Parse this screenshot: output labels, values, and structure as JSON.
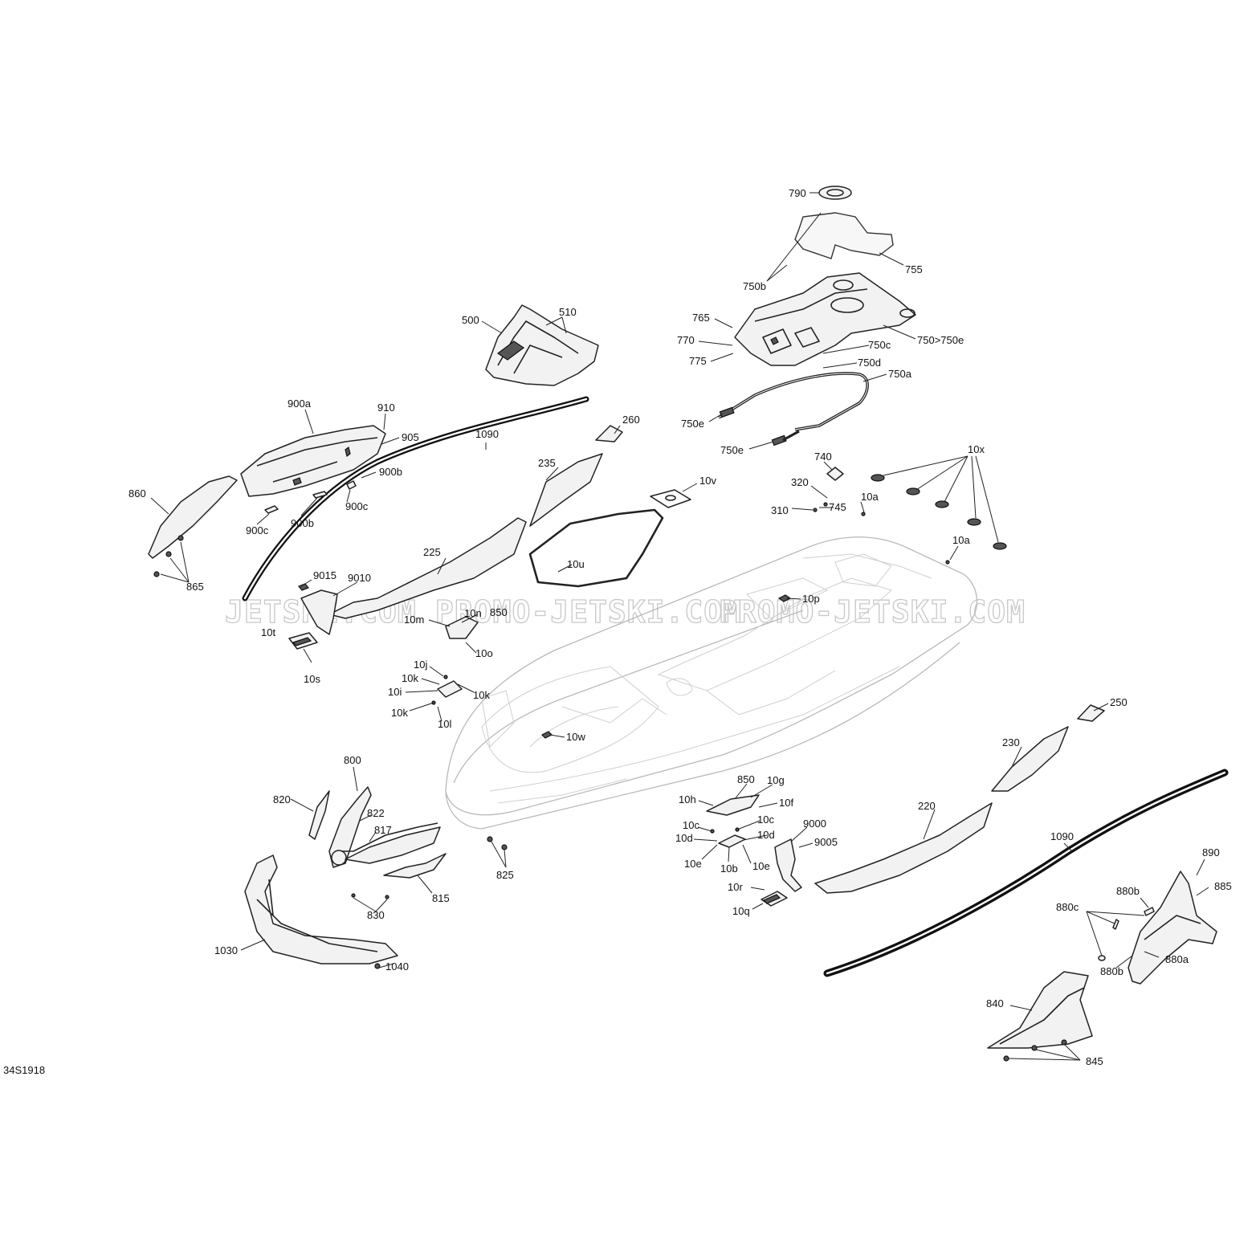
{
  "diagram_id": "34S1918",
  "watermark": [
    "JETSKI.COM",
    "PROMO-JETSKI.COM",
    "PROMO-JETSKI.COM"
  ],
  "labels": {
    "l790": "790",
    "l755": "755",
    "l750b": "750b",
    "l765": "765",
    "l750_750e": "750>750e",
    "l770": "770",
    "l750c": "750c",
    "l775": "775",
    "l750d": "750d",
    "l750a": "750a",
    "l750e_1": "750e",
    "l750e_2": "750e",
    "l500": "500",
    "l510": "510",
    "l260": "260",
    "l1090_top": "1090",
    "l235": "235",
    "l10v": "10v",
    "l740": "740",
    "l320": "320",
    "l745": "745",
    "l310": "310",
    "l10a_1": "10a",
    "l10a_2": "10a",
    "l10x": "10x",
    "l900a": "900a",
    "l910": "910",
    "l905": "905",
    "l900b_1": "900b",
    "l900b_2": "900b",
    "l900c_1": "900c",
    "l900c_2": "900c",
    "l860": "860",
    "l865": "865",
    "l225": "225",
    "l10u": "10u",
    "l9015": "9015",
    "l9010": "9010",
    "l10t": "10t",
    "l10s": "10s",
    "l10n": "10n",
    "l850_top": "850",
    "l10m": "10m",
    "l10o": "10o",
    "l10j": "10j",
    "l10k_1": "10k",
    "l10k_2": "10k",
    "l10k_3": "10k",
    "l10i": "10i",
    "l10l": "10l",
    "l10p": "10p",
    "l10w": "10w",
    "l250": "250",
    "l230": "230",
    "l220": "220",
    "l1090_bottom": "1090",
    "l800": "800",
    "l820": "820",
    "l822": "822",
    "l817": "817",
    "l815": "815",
    "l830": "830",
    "l825": "825",
    "l1030": "1030",
    "l1040": "1040",
    "l850_bottom": "850",
    "l10g": "10g",
    "l10h": "10h",
    "l10f": "10f",
    "l10c_1": "10c",
    "l10c_2": "10c",
    "l10d_1": "10d",
    "l10d_2": "10d",
    "l10e_1": "10e",
    "l10e_2": "10e",
    "l10b": "10b",
    "l9000": "9000",
    "l9005": "9005",
    "l10r": "10r",
    "l10q": "10q",
    "l890": "890",
    "l885": "885",
    "l880b_1": "880b",
    "l880b_2": "880b",
    "l880c": "880c",
    "l880a": "880a",
    "l840": "840",
    "l845": "845"
  }
}
